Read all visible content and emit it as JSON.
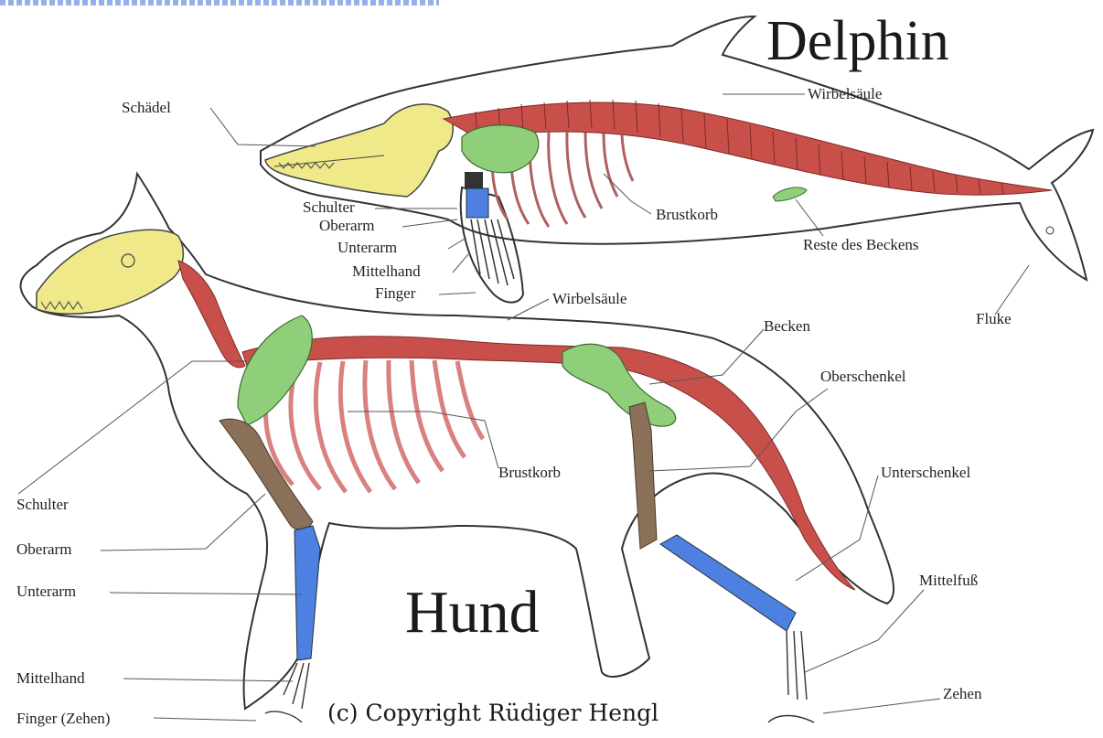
{
  "titles": {
    "dolphin": "Delphin",
    "dog": "Hund"
  },
  "copyright": "(c) Copyright Rüdiger Hengl",
  "dolphin_labels": {
    "skull": "Schädel",
    "spine": "Wirbelsäule",
    "shoulder": "Schulter",
    "upper_arm": "Oberarm",
    "forearm": "Unterarm",
    "metacarpus": "Mittelhand",
    "fingers": "Finger",
    "ribcage": "Brustkorb",
    "pelvis_remnant": "Reste des Beckens",
    "fluke": "Fluke"
  },
  "dog_labels": {
    "spine": "Wirbelsäule",
    "pelvis": "Becken",
    "thigh": "Oberschenkel",
    "ribcage": "Brustkorb",
    "shin": "Unterschenkel",
    "shoulder": "Schulter",
    "upper_arm": "Oberarm",
    "forearm": "Unterarm",
    "metatarsus": "Mittelfuß",
    "metacarpus": "Mittelhand",
    "toes": "Zehen",
    "fingers_toes": "Finger (Zehen)"
  },
  "colors": {
    "skull": "#efe98a",
    "spine": "#c9504a",
    "ribs": "#d98080",
    "scapula_pelvis": "#8fcf7a",
    "upper_limb": "#8a7058",
    "lower_limb": "#4d80e0",
    "outline": "#333333"
  }
}
